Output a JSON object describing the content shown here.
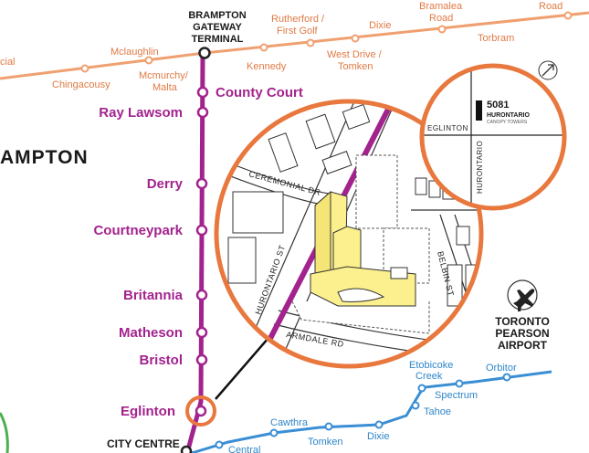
{
  "colors": {
    "orange_line": "#f0a070",
    "orange_ring": "#e8783d",
    "magenta_line": "#a3238e",
    "blue_line": "#3a8ed4",
    "green_line": "#4caf50",
    "highlight": "#fbf08d"
  },
  "stations": {
    "brampton_gateway": [
      "BRAMPTON",
      "GATEWAY",
      "TERMINAL"
    ],
    "hurontario": [
      "County Court",
      "Ray Lawsom",
      "Derry",
      "Courtneypark",
      "Britannia",
      "Matheson",
      "Bristol",
      "Eglinton"
    ],
    "city_centre": "CITY CENTRE",
    "region_label": "AMPTON",
    "cut_label": "cial",
    "orange": {
      "mclaughlin": "Mclaughlin",
      "chingacousy": "Chingacousy",
      "mcmurchy": [
        "Mcmurchy/",
        "Malta"
      ],
      "kennedy": "Kennedy",
      "rutherford": [
        "Rutherford /",
        "First Golf"
      ],
      "west_drive": [
        "West Drive /",
        "Tomken"
      ],
      "dixie": "Dixie",
      "bramalea": [
        "Bramalea",
        "Road"
      ],
      "torbram": "Torbram",
      "road": "Road"
    },
    "blue": {
      "etobicoke": [
        "Etobicoke",
        "Creek"
      ],
      "orbitor": "Orbitor",
      "spectrum": "Spectrum",
      "tahoe": "Tahoe",
      "cawthra": "Cawthra",
      "tomken": "Tomken",
      "dixie": "Dixie",
      "central": "Central"
    }
  },
  "airport": [
    "TORONTO",
    "PEARSON",
    "AIRPORT"
  ],
  "streets": {
    "ceremonial": "CEREMONIAL DR",
    "hurontario": "HURONTARIO ST",
    "belbin": "BELBIN ST",
    "armdale": "ARMDALE RD"
  },
  "inset": {
    "number": "5081",
    "name": "HURONTARIO",
    "sub": "CANOPY TOWERS",
    "eglinton": "EGLINTON",
    "hurontario": "HURONTARIO"
  },
  "icons": {
    "north": "north-arrow-icon",
    "airport": "airplane-icon"
  }
}
